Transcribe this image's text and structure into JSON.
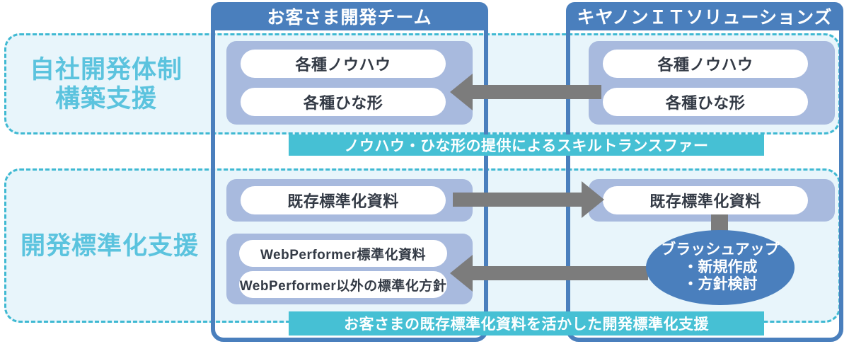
{
  "diagram": {
    "title_hidden": "",
    "colors": {
      "panel_border": "#4a7fbd",
      "panel_header_bg": "#4a7fbd",
      "region_border": "#3fb9d2",
      "region_bg": "#e8f5fb",
      "region_label_text": "#5bc3de",
      "group_box": "#a8bade",
      "pill_bg": "#ffffff",
      "pill_text": "#333a45",
      "arrow": "#7c7c7c",
      "banner_bg": "#46c0d4",
      "banner_text": "#ffffff",
      "ellipse_bg": "#4a7fbd"
    }
  },
  "panels": {
    "left": {
      "header": "お客さま開発チーム"
    },
    "right": {
      "header": "キヤノンＩＴソリューションズ"
    }
  },
  "regions": {
    "top": {
      "label": "自社開発体制\n構築支援"
    },
    "bottom": {
      "label": "開発標準化支援"
    }
  },
  "top_section": {
    "left_items": [
      "各種ノウハウ",
      "各種ひな形"
    ],
    "right_items": [
      "各種ノウハウ",
      "各種ひな形"
    ],
    "arrow_direction": "right-to-left",
    "banner": "ノウハウ・ひな形の提供によるスキルトランスファー"
  },
  "bottom_section": {
    "left_doc": "既存標準化資料",
    "right_doc": "既存標準化資料",
    "doc_arrow_direction": "left-to-right",
    "left_outputs": [
      "WebPerformer標準化資料",
      "WebPerformer以外の標準化方針"
    ],
    "output_arrow_direction": "right-to-left",
    "ellipse": "ブラッシュアップ\n・新規作成\n・方針検討",
    "banner": "お客さまの既存標準化資料を活かした開発標準化支援"
  }
}
